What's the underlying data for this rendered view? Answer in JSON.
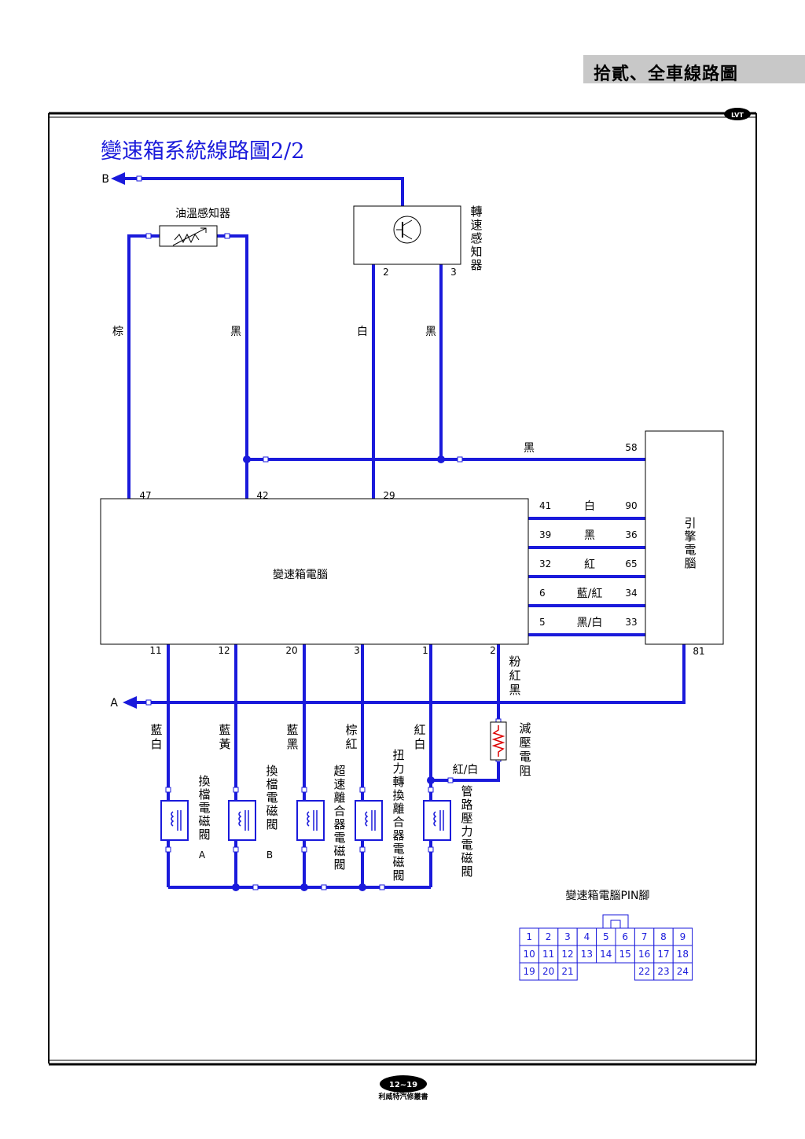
{
  "header": {
    "title": "拾貳、全車線路圖",
    "logo_text": "LVT"
  },
  "diagram": {
    "title": "變速箱系統線路圖2/2",
    "connector_refs": {
      "b": "B",
      "a": "A"
    },
    "oil_temp_sensor": "油溫感知器",
    "speed_sensor": "轉速感知器",
    "speed_sensor_pins": [
      "2",
      "3"
    ],
    "tcm": "變速箱電腦",
    "ecm": "引擎電腦",
    "wire_colors_upper": {
      "brown": "棕",
      "black_left": "黑",
      "white": "白",
      "black_right": "黑",
      "black_58": "黑"
    },
    "tcm_top_pins": [
      "47",
      "42",
      "29"
    ],
    "ecm_pin_58": "58",
    "tcm_ecm_links": [
      {
        "tcm_pin": "41",
        "color": "白",
        "ecm_pin": "90"
      },
      {
        "tcm_pin": "39",
        "color": "黑",
        "ecm_pin": "36"
      },
      {
        "tcm_pin": "32",
        "color": "紅",
        "ecm_pin": "65"
      },
      {
        "tcm_pin": "6",
        "color": "藍/紅",
        "ecm_pin": "34"
      },
      {
        "tcm_pin": "5",
        "color": "黑/白",
        "ecm_pin": "33"
      }
    ],
    "tcm_bottom_pins": [
      "11",
      "12",
      "20",
      "3",
      "1",
      "2"
    ],
    "ecm_pin_81": "81",
    "wire_pink_red_black": "粉紅黑",
    "lower_wire_colors": [
      "藍白",
      "藍黃",
      "藍黑",
      "棕紅",
      "紅白"
    ],
    "resistor": "減壓電阻",
    "red_white": "紅/白",
    "solenoids": [
      {
        "name": "換檔電磁閥",
        "suffix": "A"
      },
      {
        "name": "換檔電磁閥",
        "suffix": "B"
      },
      {
        "name": "超速離合器電磁閥",
        "suffix": ""
      },
      {
        "name": "扭力轉換離合器電磁閥",
        "suffix": ""
      },
      {
        "name": "管路壓力電磁閥",
        "suffix": ""
      }
    ],
    "pin_table": {
      "title": "變速箱電腦PIN腳",
      "rows": [
        [
          "1",
          "2",
          "3",
          "4",
          "5",
          "6",
          "7",
          "8",
          "9"
        ],
        [
          "10",
          "11",
          "12",
          "13",
          "14",
          "15",
          "16",
          "17",
          "18"
        ],
        [
          "19",
          "20",
          "21",
          "",
          "",
          "",
          "22",
          "23",
          "24"
        ]
      ]
    }
  },
  "footer": {
    "page": "12~19",
    "publisher": "利威特汽修叢書"
  },
  "colors": {
    "wire": "#1a1adb",
    "header_band": "#c8c8c8"
  }
}
